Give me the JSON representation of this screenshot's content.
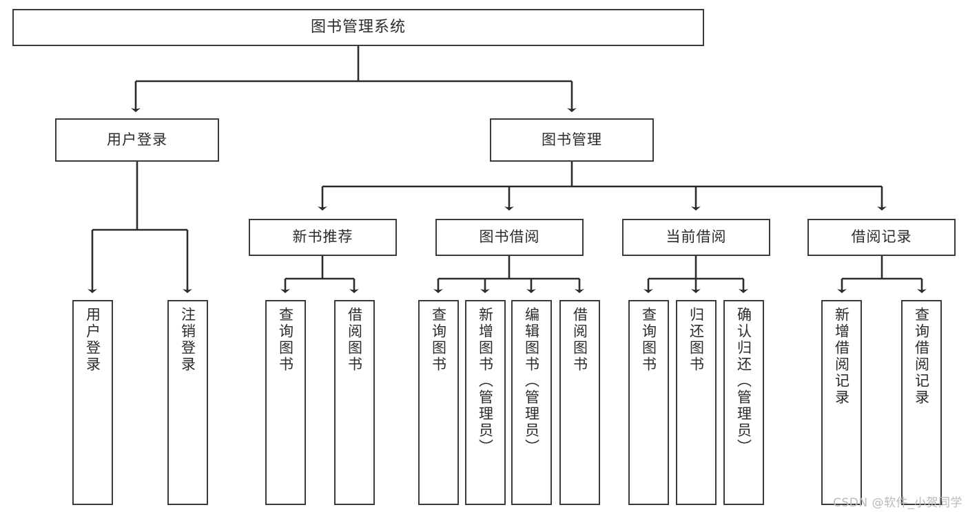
{
  "diagram": {
    "title": "图书管理系统",
    "type": "hierarchy-tree",
    "watermark": "CSDN @软件_小贺同学",
    "colors": {
      "box_border": "#3a3a3a",
      "box_fill": "#ffffff",
      "line": "#2b2b2b",
      "text": "#2b2b2b",
      "watermark": "#b9b9b9",
      "background": "#ffffff"
    },
    "root": {
      "label": "图书管理系统"
    },
    "level2": [
      {
        "label": "用户登录"
      },
      {
        "label": "图书管理"
      }
    ],
    "level3": [
      {
        "label": "新书推荐"
      },
      {
        "label": "图书借阅"
      },
      {
        "label": "当前借阅"
      },
      {
        "label": "借阅记录"
      }
    ],
    "leaves": {
      "user_login": [
        {
          "label": "用户登录"
        },
        {
          "label": "注销登录"
        }
      ],
      "new_book_recommend": [
        {
          "label": "查询图书"
        },
        {
          "label": "借阅图书"
        }
      ],
      "book_borrow": [
        {
          "label": "查询图书"
        },
        {
          "label": "新增图书（管理员）"
        },
        {
          "label": "编辑图书（管理员）"
        },
        {
          "label": "借阅图书"
        }
      ],
      "current_borrow": [
        {
          "label": "查询图书"
        },
        {
          "label": "归还图书"
        },
        {
          "label": "确认归还（管理员）"
        }
      ],
      "borrow_record": [
        {
          "label": "新增借阅记录"
        },
        {
          "label": "查询借阅记录"
        }
      ]
    }
  }
}
